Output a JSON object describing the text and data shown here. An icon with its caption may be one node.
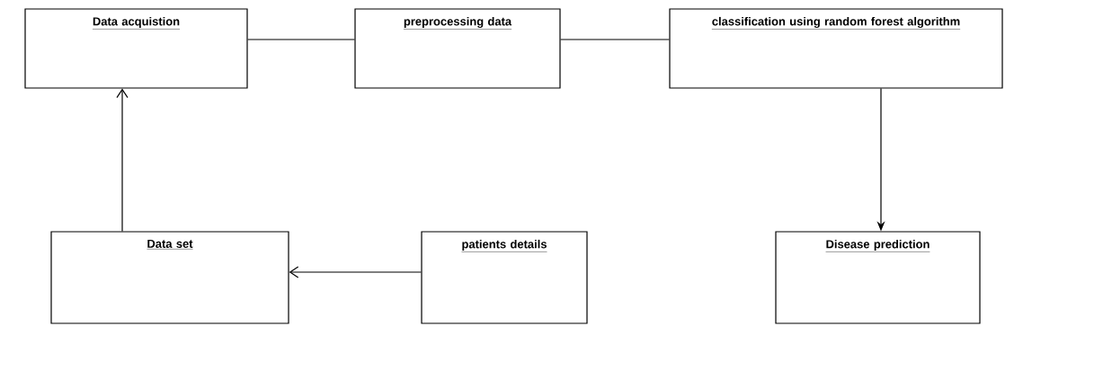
{
  "diagram": {
    "nodes": [
      {
        "text": [
          "Data acquistion"
        ]
      },
      {
        "text": [
          "preprocessing data"
        ]
      },
      {
        "text": [
          "classification using random forest algorithm"
        ]
      },
      {
        "text": [
          "Data set"
        ]
      },
      {
        "text": [
          "patients details"
        ]
      },
      {
        "text": [
          "Disease prediction"
        ]
      }
    ],
    "edges": [
      {
        "from": 0,
        "to": 1,
        "arrow": "none"
      },
      {
        "from": 1,
        "to": 2,
        "arrow": "none"
      },
      {
        "from": 2,
        "to": 5,
        "arrow": "to"
      },
      {
        "from": 3,
        "to": 0,
        "arrow": "to"
      },
      {
        "from": 4,
        "to": 3,
        "arrow": "to"
      }
    ]
  }
}
